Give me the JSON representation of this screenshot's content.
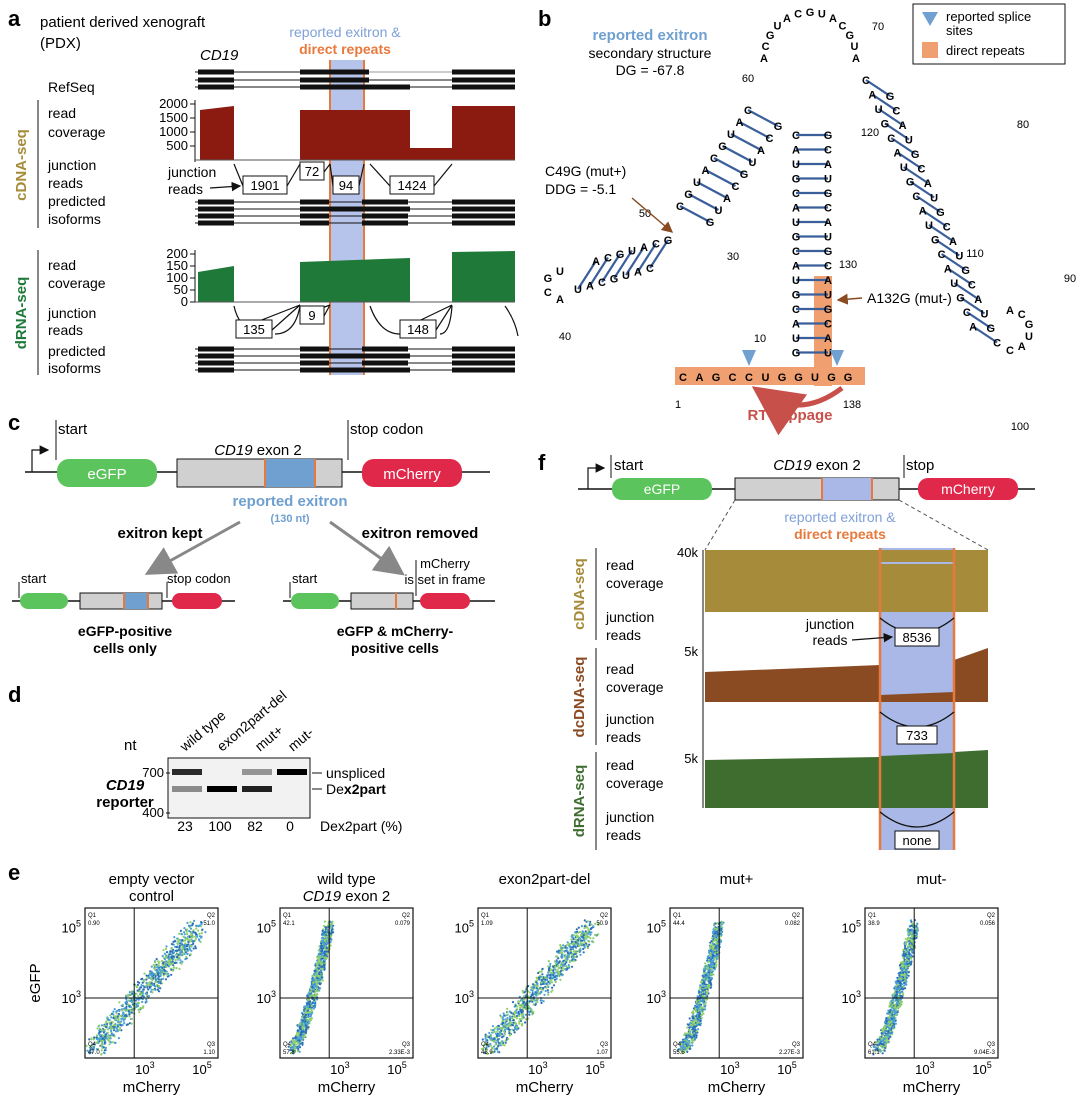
{
  "colors": {
    "cdna": "#8b1a10",
    "drna": "#1f7a3a",
    "exitron": "#a9b8e6",
    "repeat": "#e8793c",
    "olive": "#a68c3a",
    "brown": "#8a4a22",
    "darkgreen": "#3f6d2f",
    "egfp": "#5cc45c",
    "mcherry": "#e0284a",
    "blue": "#6fa0d0"
  },
  "panel_a": {
    "label": "a",
    "title_line1": "patient derived xenograft",
    "title_line2": "(PDX)",
    "gene": "CD19",
    "header_exitron": "reported exitron &",
    "header_repeats": "direct repeats",
    "refseq": "RefSeq",
    "cdna_label": "cDNA-seq",
    "drna_label": "dRNA-seq",
    "row_read1": "read",
    "row_read2": "coverage",
    "row_junc1": "junction",
    "row_junc2": "reads",
    "row_pred1": "predicted",
    "row_pred2": "isoforms",
    "junction_reads_1": "junction",
    "junction_reads_2": "reads",
    "cdna_ticks": [
      "2000",
      "1500",
      "1000",
      "500"
    ],
    "drna_ticks": [
      "200",
      "150",
      "100",
      "50",
      "0"
    ],
    "cdna_junctions": [
      "1901",
      "72",
      "94",
      "1424"
    ],
    "drna_junctions": [
      "135",
      "9",
      "148"
    ]
  },
  "panel_b": {
    "label": "b",
    "title": "reported exitron",
    "subtitle": "secondary structure",
    "dg": "DG = -67.8",
    "legend_splice1": "reported splice",
    "legend_splice2": "sites",
    "legend_repeats": "direct repeats",
    "mut_plus1": "C49G (mut+)",
    "mut_plus2": "DDG = -5.1",
    "mut_minus": "A132G (mut-)",
    "rt_slippage": "RT slippage",
    "positions": [
      "70",
      "60",
      "120",
      "80",
      "50",
      "30",
      "130",
      "110",
      "90",
      "10",
      "40",
      "1",
      "138",
      "100"
    ],
    "base_seq": "CAGCCUGGUGG"
  },
  "panel_c": {
    "label": "c",
    "start": "start",
    "exon": "CD19",
    "exon2": "exon 2",
    "stop_codon": "stop codon",
    "egfp": "eGFP",
    "mcherry": "mCherry",
    "exitron": "reported exitron",
    "exitron_len": "(130 nt)",
    "kept": "exitron kept",
    "removed": "exitron removed",
    "mcherry_frame1": "mCherry",
    "mcherry_frame2": "is set in frame",
    "result_kept1": "eGFP-positive",
    "result_kept2": "cells only",
    "result_removed1": "eGFP & mCherry-",
    "result_removed2": "positive cells"
  },
  "panel_d": {
    "label": "d",
    "nt": "nt",
    "lanes": [
      "wild type",
      "exon2part-del",
      "mut+",
      "mut-"
    ],
    "size_700": "700",
    "size_400": "400",
    "unspliced": "unspliced",
    "dex_prefix": "De",
    "dex_bold": "x2part",
    "reporter1": "CD19",
    "reporter2": "reporter",
    "percents": [
      "23",
      "100",
      "82",
      "0"
    ],
    "pct_label": "Dex2part (%)"
  },
  "panel_e": {
    "label": "e",
    "ylabel": "eGFP",
    "xlabel": "mCherry",
    "tick_lo_base": "10",
    "tick_lo_exp": "3",
    "tick_hi_base": "10",
    "tick_hi_exp": "5",
    "plots": [
      {
        "title1": "empty vector",
        "title2": "control",
        "q1": "0.90",
        "q2": "51.0",
        "q3": "1.10",
        "q4": "47.0",
        "diagonal": true
      },
      {
        "title1": "wild type",
        "title2": "CD19 exon 2",
        "q1": "42.1",
        "q2": "0.079",
        "q3": "2.33E-3",
        "q4": "57.8",
        "diagonal": false
      },
      {
        "title1": "exon2part-del",
        "title2": "",
        "q1": "1.09",
        "q2": "50.9",
        "q3": "1.07",
        "q4": "46.9",
        "diagonal": true
      },
      {
        "title1": "mut+",
        "title2": "",
        "q1": "44.4",
        "q2": "0.082",
        "q3": "2.27E-3",
        "q4": "55.6",
        "diagonal": false
      },
      {
        "title1": "mut-",
        "title2": "",
        "q1": "38.9",
        "q2": "0.056",
        "q3": "9.04E-3",
        "q4": "61.1",
        "diagonal": false
      }
    ]
  },
  "panel_f": {
    "label": "f",
    "start": "start",
    "exon": "CD19",
    "exon2": "exon 2",
    "stop": "stop",
    "egfp": "eGFP",
    "mcherry": "mCherry",
    "header_exitron": "reported exitron &",
    "header_repeats": "direct repeats",
    "cdna": "cDNA-seq",
    "dcdna": "dcDNA-seq",
    "drna": "dRNA-seq",
    "read1": "read",
    "read2": "coverage",
    "junc1": "junction",
    "junc2": "reads",
    "max_cdna": "40k",
    "max_dcdna": "5k",
    "max_drna": "5k",
    "junction_reads1": "junction",
    "junction_reads2": "reads",
    "count_cdna": "8536",
    "count_dcdna": "733",
    "count_drna": "none"
  }
}
